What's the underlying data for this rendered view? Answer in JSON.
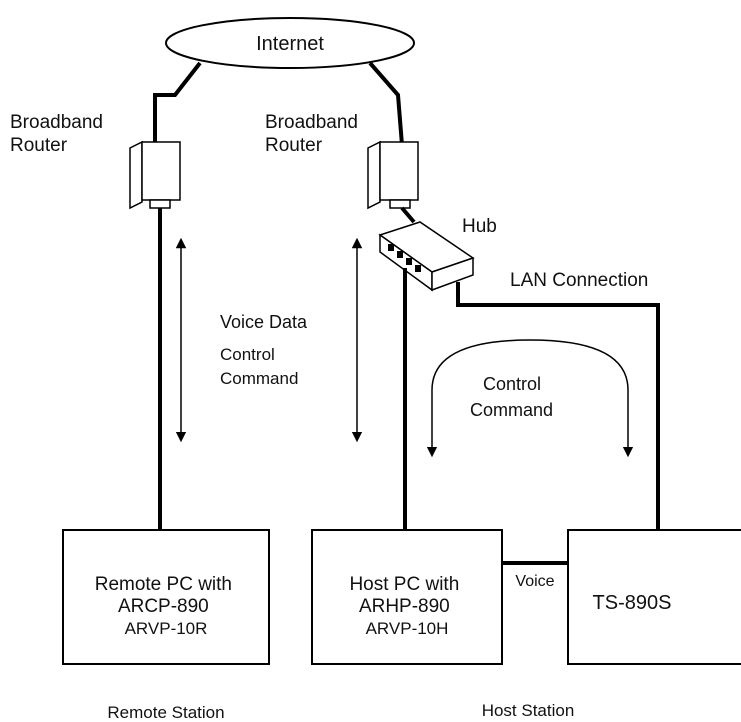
{
  "internet": {
    "label": "Internet"
  },
  "remote_router": {
    "label_line1": "Broadband",
    "label_line2": "Router"
  },
  "host_router": {
    "label_line1": "Broadband",
    "label_line2": "Router"
  },
  "hub": {
    "label": "Hub"
  },
  "lan": {
    "label": "LAN Connection"
  },
  "voice_data": {
    "line1": "Voice Data",
    "line2": "Control",
    "line3": "Command"
  },
  "control_command": {
    "line1": "Control",
    "line2": "Command"
  },
  "remote_pc": {
    "line1": "Remote PC with",
    "line2": "ARCP-890",
    "line3": "ARVP-10R"
  },
  "host_pc": {
    "line1": "Host PC with",
    "line2": "ARHP-890",
    "line3": "ARVP-10H"
  },
  "voice_link": {
    "label": "Voice"
  },
  "radio": {
    "label": "TS-890S"
  },
  "stations": {
    "remote": "Remote Station",
    "host": "Host Station"
  }
}
